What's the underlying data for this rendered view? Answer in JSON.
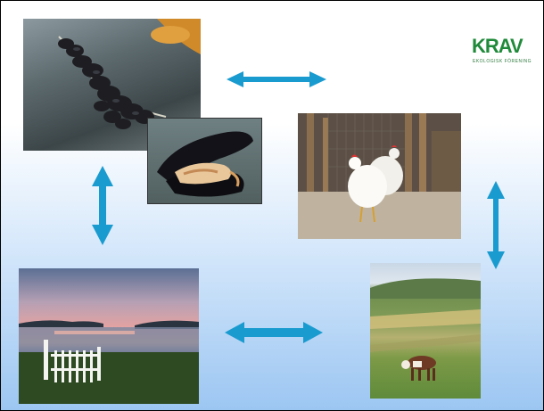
{
  "logo": {
    "text": "KRAV",
    "subtitle": "EKOLOGISK FÖRENING",
    "color": "#1f8a3a"
  },
  "photos": [
    {
      "name": "mussels-on-rope-photo"
    },
    {
      "name": "open-mussel-photo"
    },
    {
      "name": "white-hens-photo"
    },
    {
      "name": "sunset-lake-photo"
    },
    {
      "name": "cattle-pasture-photo"
    }
  ],
  "arrows": {
    "color": "#1a9bd0",
    "links": [
      {
        "from": "mussels-on-rope-photo",
        "to": "white-hens-photo"
      },
      {
        "from": "white-hens-photo",
        "to": "cattle-pasture-photo"
      },
      {
        "from": "cattle-pasture-photo",
        "to": "sunset-lake-photo"
      },
      {
        "from": "sunset-lake-photo",
        "to": "mussels-on-rope-photo"
      }
    ]
  }
}
